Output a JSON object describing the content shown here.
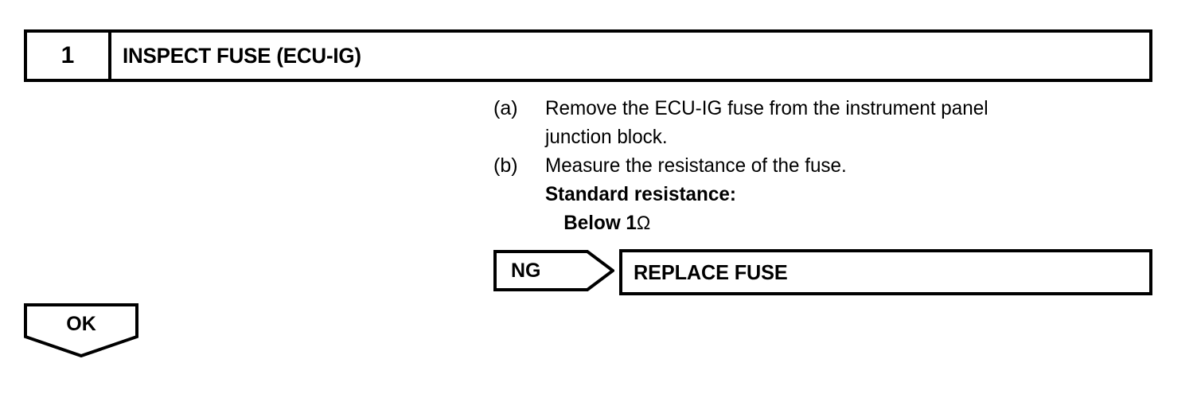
{
  "step_header": {
    "number": "1",
    "title": "INSPECT FUSE (ECU-IG)"
  },
  "procedure": {
    "items": [
      {
        "marker": "(a)",
        "line1": "Remove the ECU-IG fuse from the instrument panel",
        "line2": "junction block."
      },
      {
        "marker": "(b)",
        "line1": "Measure the resistance of the fuse.",
        "spec_title": "Standard resistance:",
        "spec_value_text": "Below 1",
        "spec_value_unit": "Ω"
      }
    ]
  },
  "branches": {
    "ng": {
      "label": "NG",
      "result_label": "REPLACE FUSE"
    },
    "ok": {
      "label": "OK"
    }
  },
  "colors": {
    "ink": "#000000",
    "paper": "#ffffff"
  }
}
